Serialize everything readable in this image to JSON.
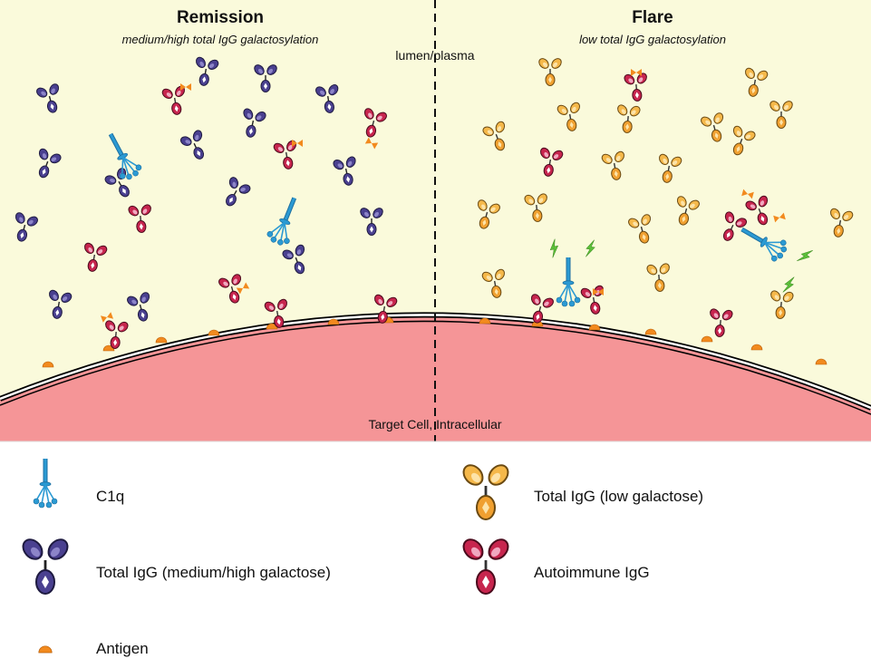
{
  "panels": {
    "left": {
      "title": "Remission",
      "subtitle": "medium/high total IgG galactosylation"
    },
    "right": {
      "title": "Flare",
      "subtitle": "low total IgG galactosylation"
    }
  },
  "compartments": {
    "lumen": "lumen/plasma",
    "cell": "Target Cell, Intracellular"
  },
  "legend": {
    "c1q": "C1q",
    "igg_high": "Total IgG (medium/high galactose)",
    "antigen": "Antigen",
    "igg_low": "Total IgG (low galactose)",
    "auto": "Autoimmune IgG"
  },
  "colors": {
    "background": "#fafadb",
    "cell": "#f59597",
    "igg_high": "#4a4090",
    "igg_low": "#f5b84a",
    "auto": "#c7254e",
    "c1q": "#2b9ad3",
    "antigen": "#f28a1e",
    "activation": "#5cbf3a"
  }
}
